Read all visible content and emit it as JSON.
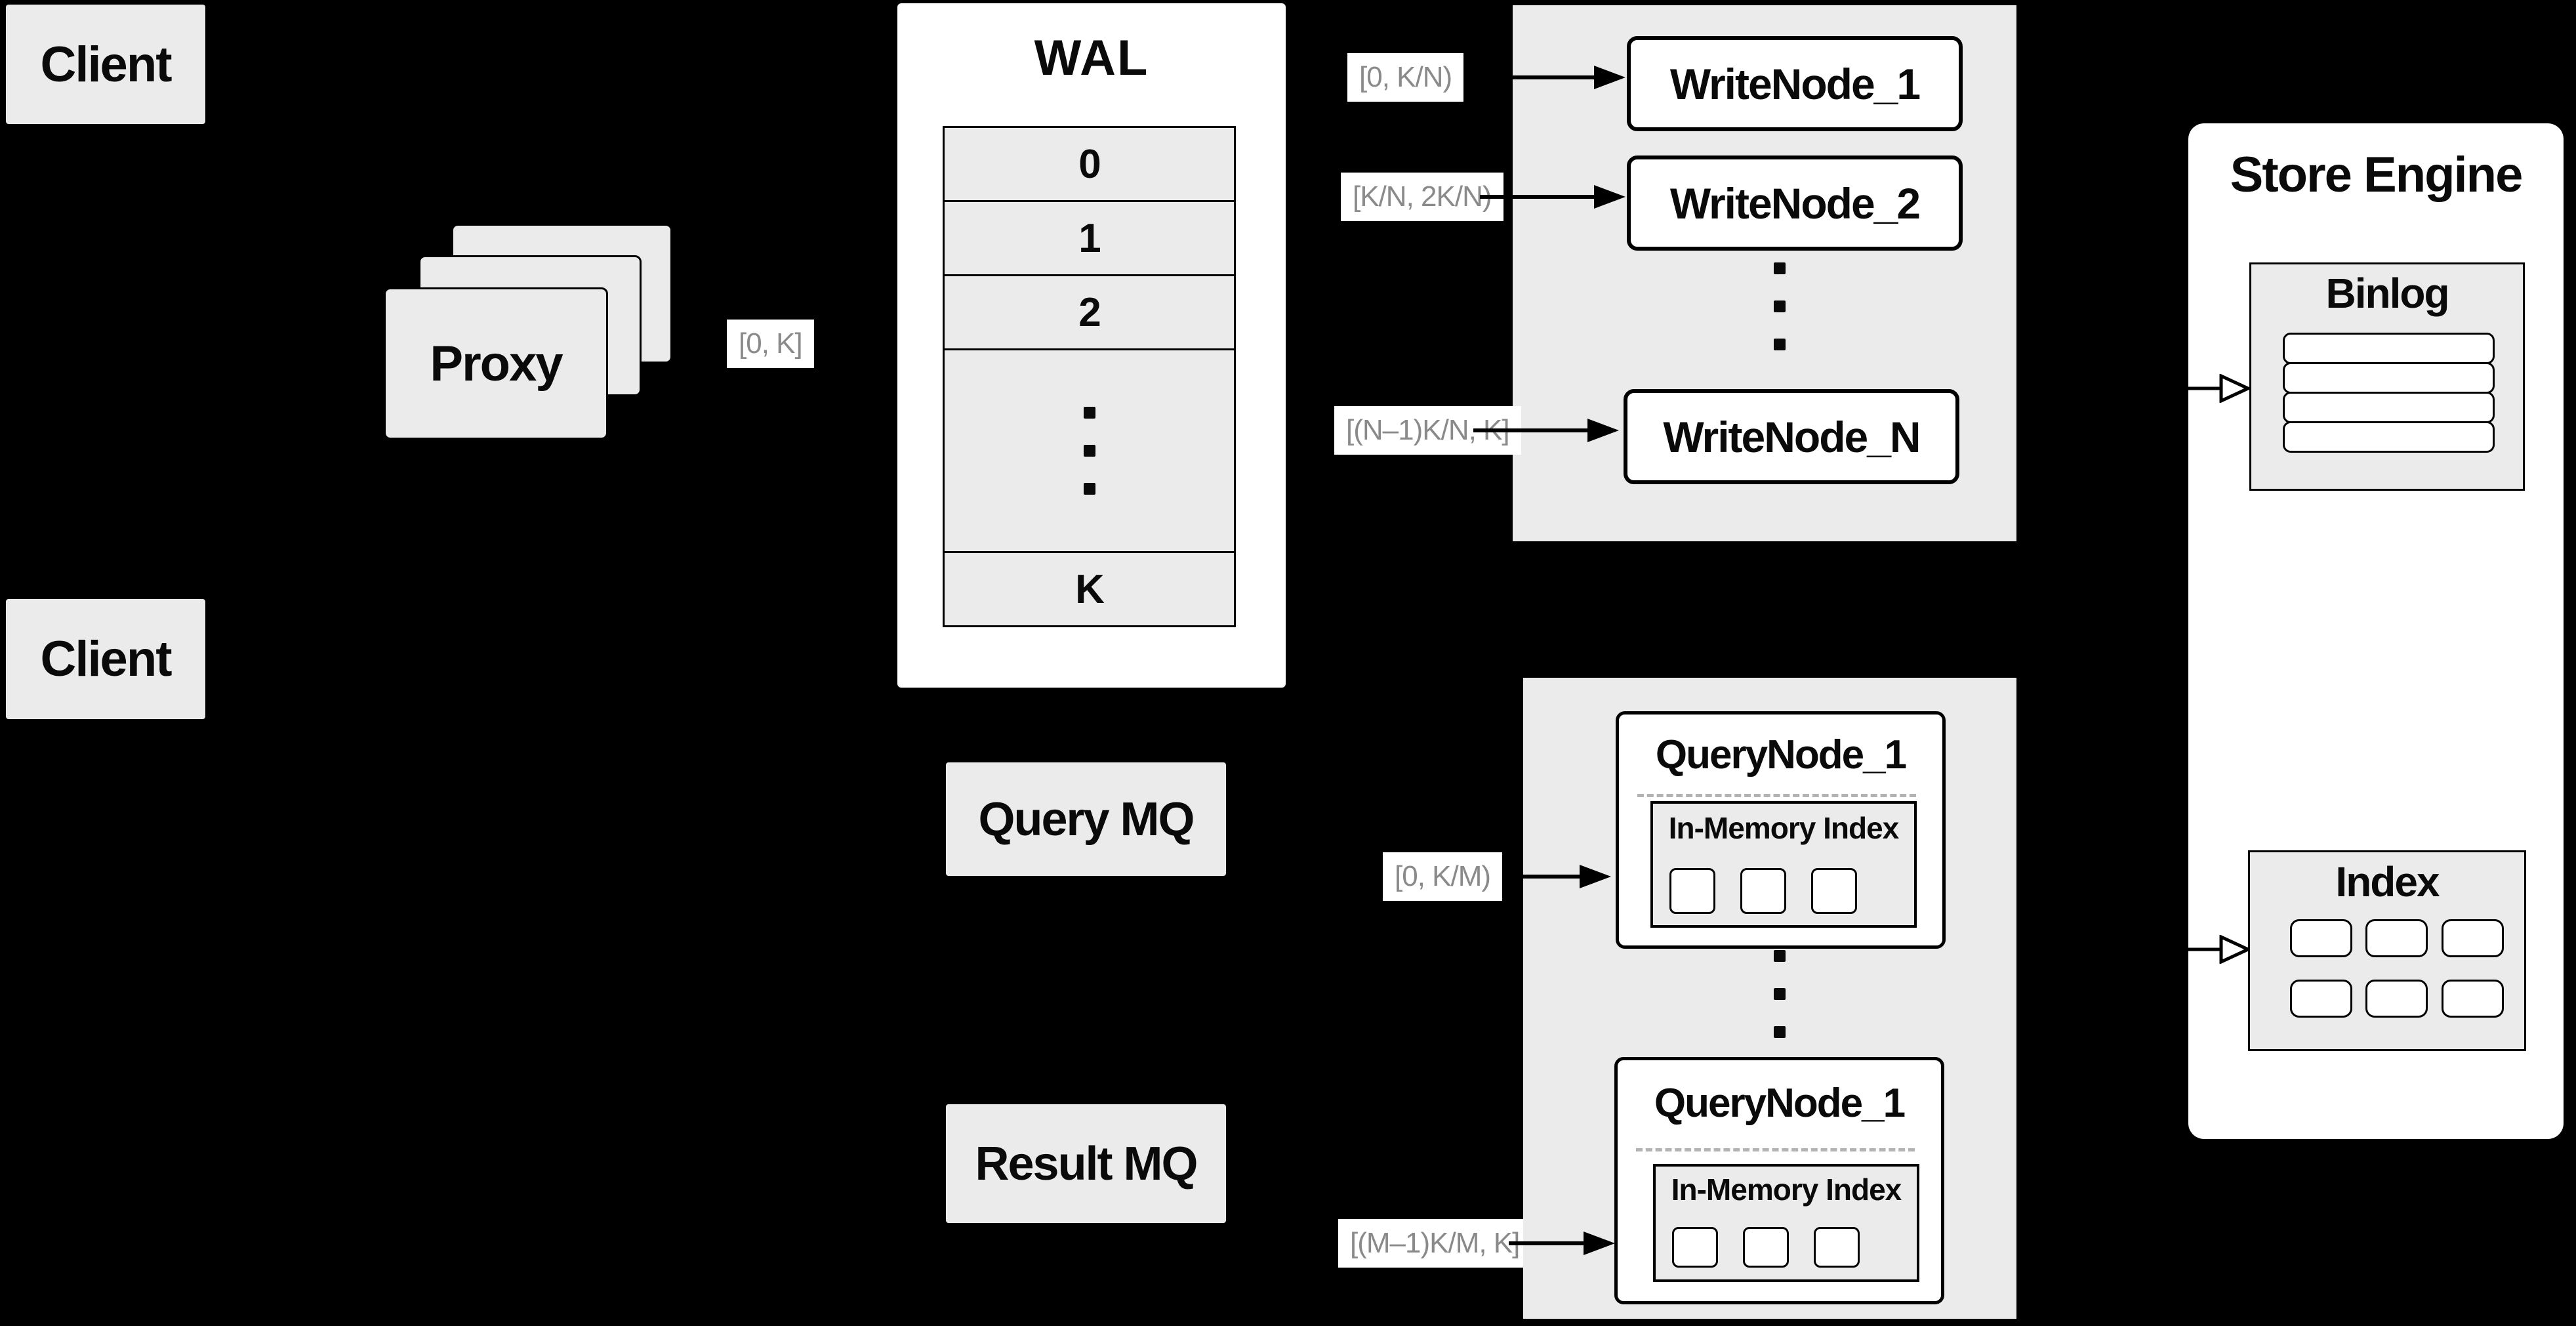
{
  "colors": {
    "background": "#000000",
    "panel_gray": "#ebebeb",
    "panel_white": "#ffffff",
    "text_dark": "#0a0a0a",
    "range_label_gray": "#8a8a8a",
    "line_black": "#000000",
    "dashed_divider": "#b3b3b3"
  },
  "client_top": {
    "label": "Client"
  },
  "client_bottom": {
    "label": "Client"
  },
  "proxy": {
    "label": "Proxy"
  },
  "proxy_range_label": "[0, K]",
  "wal": {
    "title": "WAL",
    "cell_0": "0",
    "cell_1": "1",
    "cell_2": "2",
    "cell_last": "K"
  },
  "write_group": {
    "node_1": "WriteNode_1",
    "node_2": "WriteNode_2",
    "node_n": "WriteNode_N",
    "range_1": "[0, K/N)",
    "range_2": "[K/N, 2K/N)",
    "range_n": "[(N–1)K/N, K]"
  },
  "mq": {
    "query": "Query MQ",
    "result": "Result MQ"
  },
  "query_group": {
    "range_top": "[0, K/M)",
    "range_bottom": "[(M–1)K/M, K]",
    "node_top": {
      "title": "QueryNode_1",
      "index_title": "In-Memory Index"
    },
    "node_bottom": {
      "title": "QueryNode_1",
      "index_title": "In-Memory Index"
    }
  },
  "store_engine": {
    "title": "Store Engine",
    "binlog_title": "Binlog",
    "index_title": "Index"
  }
}
